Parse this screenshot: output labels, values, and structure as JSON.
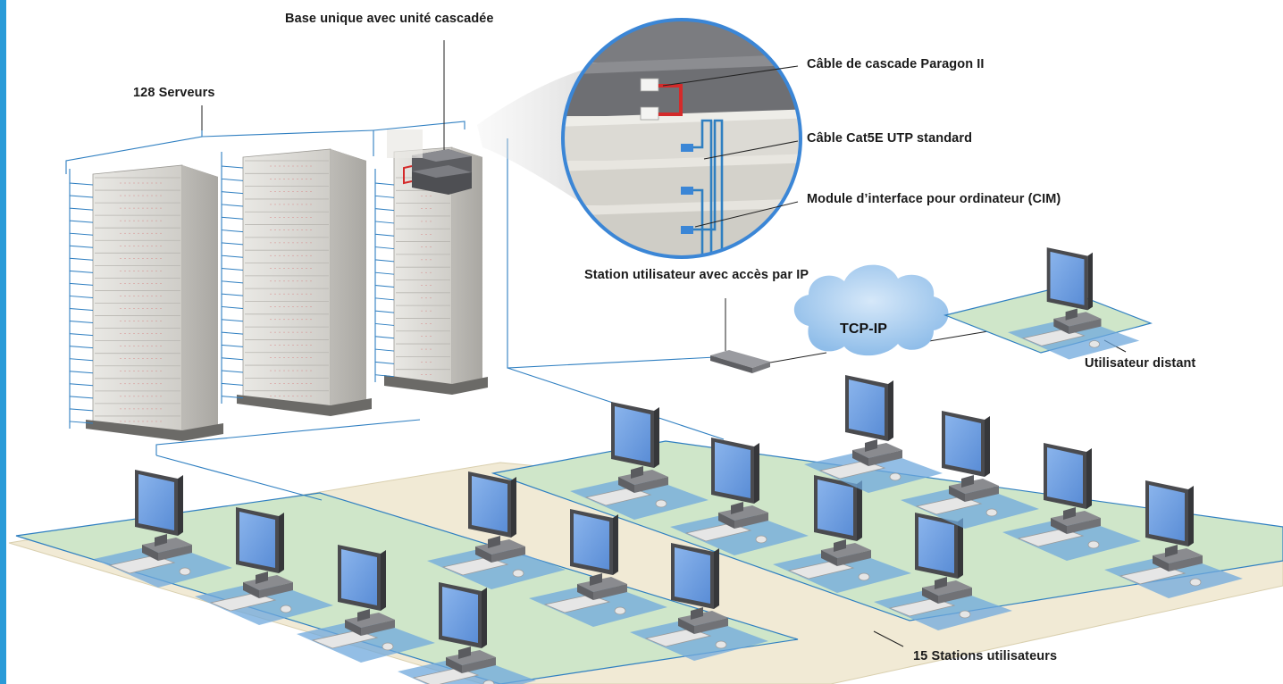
{
  "colors": {
    "edge_bar": "#2a9bd8",
    "link": "#2f7fc1",
    "cable_red": "#d42a2a",
    "floor_zone": "#cfe6c9",
    "floor_base": "#f1ead5",
    "desk_pad": "#6fa8dc",
    "monitor_screen": "#6d9ee0",
    "cloud": "#a9cdef"
  },
  "labels": {
    "base_unit": "Base unique avec unité cascadée",
    "servers": "128 Serveurs",
    "cascade_cable": "Câble de cascade Paragon II",
    "cat5e_cable": "Câble Cat5E UTP standard",
    "cim": "Module d’interface pour ordinateur (CIM)",
    "ip_station": "Station utilisateur avec accès par IP",
    "network": "TCP-IP",
    "remote_user": "Utilisateur distant",
    "user_stations": "15 Stations utilisateurs"
  },
  "icons": [
    "server-rack-icon",
    "kvm-switch-icon",
    "cloud-icon",
    "workstation-icon",
    "magnifier-icon"
  ]
}
